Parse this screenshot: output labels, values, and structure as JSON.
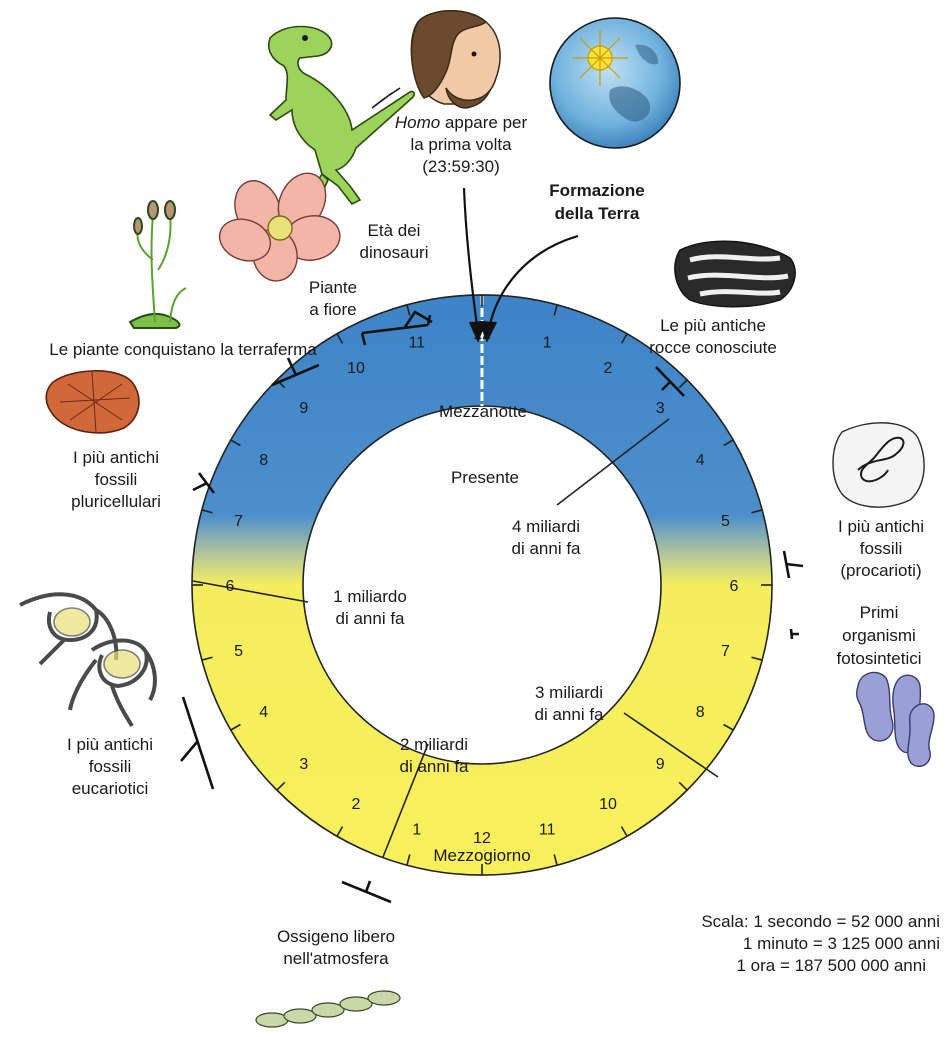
{
  "clock": {
    "midnight_label": "Mezzanotte",
    "noon_label": "Mezzogiorno",
    "present_label": "Presente",
    "hour_numbers": [
      "1",
      "2",
      "3",
      "4",
      "5",
      "6",
      "7",
      "8",
      "9",
      "10",
      "11",
      "12"
    ],
    "colors": {
      "night": "#3d83c6",
      "day": "#f8f05a",
      "outline": "#222222"
    }
  },
  "inner_labels": {
    "billion4": {
      "line1": "4 miliardi",
      "line2": "di anni fa"
    },
    "billion1": {
      "line1": "1 miliardo",
      "line2": "di anni fa"
    },
    "billion3": {
      "line1": "3 miliardi",
      "line2": "di anni fa"
    },
    "billion2": {
      "line1": "2 miliardi",
      "line2": "di anni fa"
    }
  },
  "events": {
    "homo": {
      "prefix": "Homo",
      "line1_rest": " appare per",
      "line2": "la prima volta",
      "line3": "(23:59:30)"
    },
    "earth": {
      "line1": "Formazione",
      "line2": "della Terra"
    },
    "dinosaurs": {
      "line1": "Età dei",
      "line2": "dinosauri"
    },
    "flowering": {
      "line1": "Piante",
      "line2": "a fiore"
    },
    "land": {
      "line1": "Le piante conquistano la terraferma"
    },
    "rocks": {
      "line1": "Le più antiche",
      "line2": "rocce conosciute"
    },
    "multicell": {
      "line1": "I più antichi",
      "line2": "fossili",
      "line3": "pluricellulari"
    },
    "prokaryotes": {
      "line1": "I più antichi",
      "line2": "fossili",
      "line3": "(procarioti)"
    },
    "photosynth": {
      "line1": "Primi",
      "line2": "organismi",
      "line3": "fotosintetici"
    },
    "eukaryotes": {
      "line1": "I più antichi",
      "line2": "fossili",
      "line3": "eucariotici"
    },
    "oxygen": {
      "line1": "Ossigeno libero",
      "line2": "nell'atmosfera"
    }
  },
  "scale": {
    "line1": "Scala: 1 secondo = 52 000 anni",
    "line2": "1 minuto = 3 125 000 anni",
    "line3": "1 ora = 187 500 000 anni"
  },
  "icons": [
    "dinosaur-icon",
    "homo-head-icon",
    "earth-globe-icon",
    "flower-icon",
    "land-plant-icon",
    "rock-icon",
    "multicellular-fossil-icon",
    "prokaryote-fossil-icon",
    "photosynthetic-organism-icon",
    "eukaryote-fossil-icon",
    "oxygen-bacteria-chain-icon"
  ]
}
